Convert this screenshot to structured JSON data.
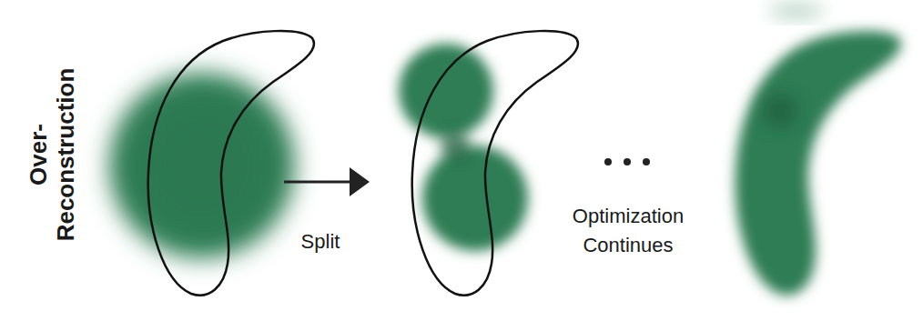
{
  "diagram": {
    "labels": [
      "Over- Reconstruction",
      "Split",
      "Optimization Continues"
    ]
  }
}
